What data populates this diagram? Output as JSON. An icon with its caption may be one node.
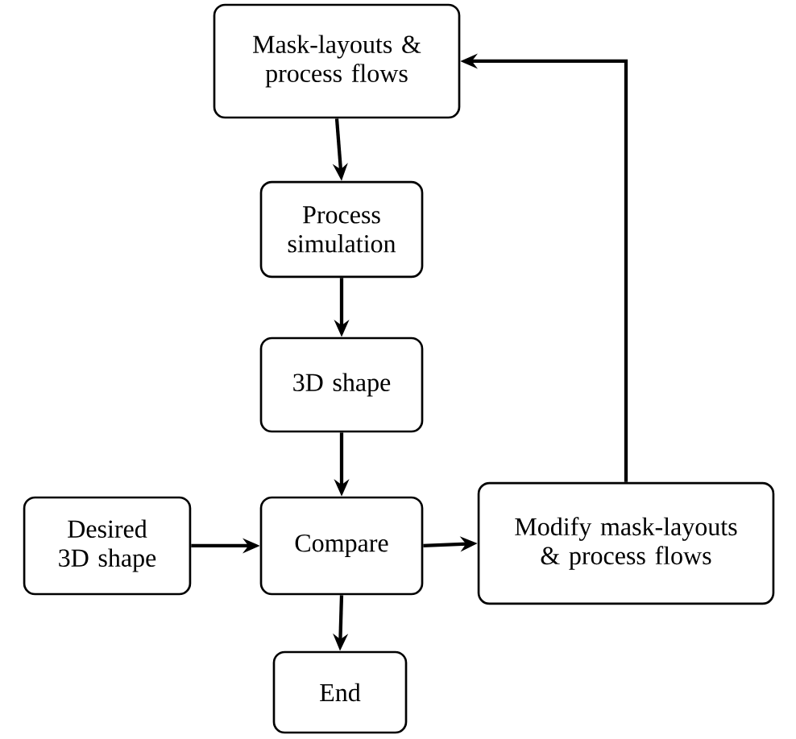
{
  "diagram": {
    "nodes": [
      {
        "text": [
          "Mask-layouts & process flows"
        ]
      },
      {
        "text": [
          "Process simulation"
        ]
      },
      {
        "text": [
          "3D shape"
        ]
      },
      {
        "text": [
          "Desired 3D shape"
        ]
      },
      {
        "text": [
          "Compare"
        ]
      },
      {
        "text": [
          "Modify mask-layouts & process flows"
        ]
      },
      {
        "text": [
          "End"
        ]
      }
    ],
    "edges": [
      {
        "from": 0,
        "to": 1,
        "arrow": "to"
      },
      {
        "from": 1,
        "to": 2,
        "arrow": "to"
      },
      {
        "from": 2,
        "to": 4,
        "arrow": "to"
      },
      {
        "from": 3,
        "to": 4,
        "arrow": "to"
      },
      {
        "from": 4,
        "to": 5,
        "arrow": "to"
      },
      {
        "from": 5,
        "to": 0,
        "arrow": "to"
      },
      {
        "from": 4,
        "to": 6,
        "arrow": "to"
      }
    ]
  }
}
